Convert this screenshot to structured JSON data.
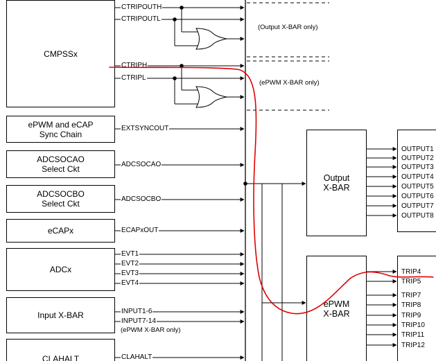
{
  "blocks": {
    "cmpss": "CMPSSx",
    "epwm_ecap_sync": "ePWM and eCAP\nSync Chain",
    "adcsocao": "ADCSOCAO\nSelect Ckt",
    "adcsocbo": "ADCSOCBO\nSelect Ckt",
    "ecap": "eCAPx",
    "adc": "ADCx",
    "input_xbar": "Input X-BAR",
    "clahalt": "CLAHALT",
    "output_xbar": "Output\nX-BAR",
    "epwm_xbar": "ePWM\nX-BAR"
  },
  "signals": {
    "ctripouth": "CTRIPOUTH",
    "ctripoutl": "CTRIPOUTL",
    "ctriph": "CTRIPH",
    "ctripl": "CTRIPL",
    "extsyncout": "EXTSYNCOUT",
    "adcsocao": "ADCSOCAO",
    "adcsocbo": "ADCSOCBO",
    "ecapxout": "ECAPxOUT",
    "evt1": "EVT1",
    "evt2": "EVT2",
    "evt3": "EVT3",
    "evt4": "EVT4",
    "input1_6": "INPUT1-6",
    "input7_14": "INPUT7-14",
    "clahalt": "CLAHALT"
  },
  "notes": {
    "output_only": "(Output X-BAR only)",
    "epwm_only_top": "(ePWM X-BAR only)",
    "epwm_only_input": "(ePWM X-BAR only)"
  },
  "outputs": [
    "OUTPUT1",
    "OUTPUT2",
    "OUTPUT3",
    "OUTPUT4",
    "OUTPUT5",
    "OUTPUT6",
    "OUTPUT7",
    "OUTPUT8"
  ],
  "trips": [
    "TRIP4",
    "TRIP5",
    "TRIP7",
    "TRIP8",
    "TRIP9",
    "TRIP10",
    "TRIP11",
    "TRIP12"
  ],
  "colors": {
    "line": "#000000",
    "annotation": "#e00000"
  }
}
